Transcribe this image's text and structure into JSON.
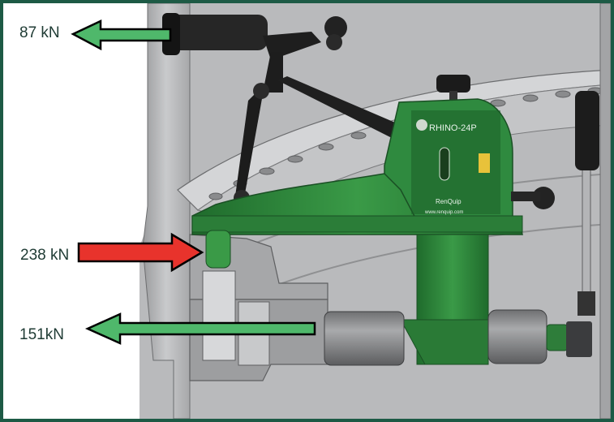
{
  "labels": {
    "force_top": "87 kN",
    "force_middle": "238 kN",
    "force_bottom": "151kN"
  },
  "device": {
    "model": "RHINO-24P",
    "brand": "RenQuip",
    "url": "www.renquip.com"
  },
  "colors": {
    "frame": "#1d5a45",
    "arrow_green": "#4fb86b",
    "arrow_red": "#e8332c",
    "arrow_outline": "#000000",
    "tool_green": "#2f8a3f",
    "tool_dark_green": "#1f6b2c",
    "housing_grey": "#bfc0c2",
    "cylinder_grey": "#8d8e90",
    "handle_black": "#1e1e1e",
    "text": "#1f3b34"
  }
}
